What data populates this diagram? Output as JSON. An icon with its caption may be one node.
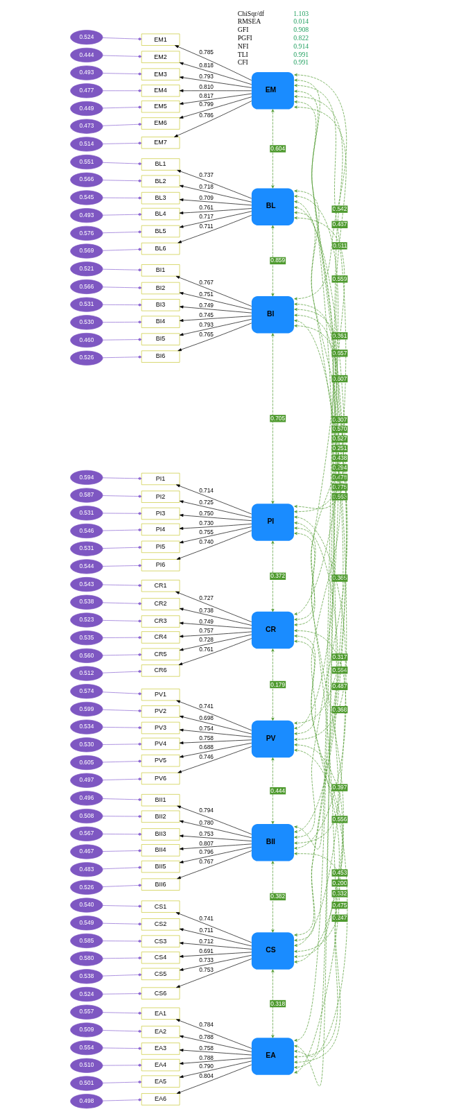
{
  "diagram": {
    "nodes": [
      {
        "text": [
          "EM"
        ]
      },
      {
        "text": [
          "0.524"
        ]
      },
      {
        "text": [
          "EM1"
        ]
      },
      {
        "text": [
          "0.444"
        ]
      },
      {
        "text": [
          "EM2"
        ]
      },
      {
        "text": [
          "0.493"
        ]
      },
      {
        "text": [
          "EM3"
        ]
      },
      {
        "text": [
          "0.477"
        ]
      },
      {
        "text": [
          "EM4"
        ]
      },
      {
        "text": [
          "0.449"
        ]
      },
      {
        "text": [
          "EM5"
        ]
      },
      {
        "text": [
          "0.473"
        ]
      },
      {
        "text": [
          "EM6"
        ]
      },
      {
        "text": [
          "0.514"
        ]
      },
      {
        "text": [
          "EM7"
        ]
      },
      {
        "text": [
          "BL"
        ]
      },
      {
        "text": [
          "0.551"
        ]
      },
      {
        "text": [
          "BL1"
        ]
      },
      {
        "text": [
          "0.566"
        ]
      },
      {
        "text": [
          "BL2"
        ]
      },
      {
        "text": [
          "0.545"
        ]
      },
      {
        "text": [
          "BL3"
        ]
      },
      {
        "text": [
          "0.493"
        ]
      },
      {
        "text": [
          "BL4"
        ]
      },
      {
        "text": [
          "0.576"
        ]
      },
      {
        "text": [
          "BL5"
        ]
      },
      {
        "text": [
          "0.569"
        ]
      },
      {
        "text": [
          "BL6"
        ]
      },
      {
        "text": [
          "BI"
        ]
      },
      {
        "text": [
          "0.521"
        ]
      },
      {
        "text": [
          "BI1"
        ]
      },
      {
        "text": [
          "0.566"
        ]
      },
      {
        "text": [
          "BI2"
        ]
      },
      {
        "text": [
          "0.531"
        ]
      },
      {
        "text": [
          "BI3"
        ]
      },
      {
        "text": [
          "0.530"
        ]
      },
      {
        "text": [
          "BI4"
        ]
      },
      {
        "text": [
          "0.460"
        ]
      },
      {
        "text": [
          "BI5"
        ]
      },
      {
        "text": [
          "0.526"
        ]
      },
      {
        "text": [
          "BI6"
        ]
      },
      {
        "text": [
          "PI"
        ]
      },
      {
        "text": [
          "0.594"
        ]
      },
      {
        "text": [
          "PI1"
        ]
      },
      {
        "text": [
          "0.587"
        ]
      },
      {
        "text": [
          "PI2"
        ]
      },
      {
        "text": [
          "0.531"
        ]
      },
      {
        "text": [
          "PI3"
        ]
      },
      {
        "text": [
          "0.546"
        ]
      },
      {
        "text": [
          "PI4"
        ]
      },
      {
        "text": [
          "0.531"
        ]
      },
      {
        "text": [
          "PI5"
        ]
      },
      {
        "text": [
          "0.544"
        ]
      },
      {
        "text": [
          "PI6"
        ]
      },
      {
        "text": [
          "CR"
        ]
      },
      {
        "text": [
          "0.543"
        ]
      },
      {
        "text": [
          "CR1"
        ]
      },
      {
        "text": [
          "0.538"
        ]
      },
      {
        "text": [
          "CR2"
        ]
      },
      {
        "text": [
          "0.523"
        ]
      },
      {
        "text": [
          "CR3"
        ]
      },
      {
        "text": [
          "0.535"
        ]
      },
      {
        "text": [
          "CR4"
        ]
      },
      {
        "text": [
          "0.560"
        ]
      },
      {
        "text": [
          "CR5"
        ]
      },
      {
        "text": [
          "0.512"
        ]
      },
      {
        "text": [
          "CR6"
        ]
      },
      {
        "text": [
          "PV"
        ]
      },
      {
        "text": [
          "0.574"
        ]
      },
      {
        "text": [
          "PV1"
        ]
      },
      {
        "text": [
          "0.599"
        ]
      },
      {
        "text": [
          "PV2"
        ]
      },
      {
        "text": [
          "0.534"
        ]
      },
      {
        "text": [
          "PV3"
        ]
      },
      {
        "text": [
          "0.530"
        ]
      },
      {
        "text": [
          "PV4"
        ]
      },
      {
        "text": [
          "0.605"
        ]
      },
      {
        "text": [
          "PV5"
        ]
      },
      {
        "text": [
          "0.497"
        ]
      },
      {
        "text": [
          "PV6"
        ]
      },
      {
        "text": [
          "BII"
        ]
      },
      {
        "text": [
          "0.496"
        ]
      },
      {
        "text": [
          "BII1"
        ]
      },
      {
        "text": [
          "0.508"
        ]
      },
      {
        "text": [
          "BII2"
        ]
      },
      {
        "text": [
          "0.567"
        ]
      },
      {
        "text": [
          "BII3"
        ]
      },
      {
        "text": [
          "0.467"
        ]
      },
      {
        "text": [
          "BII4"
        ]
      },
      {
        "text": [
          "0.483"
        ]
      },
      {
        "text": [
          "BII5"
        ]
      },
      {
        "text": [
          "0.526"
        ]
      },
      {
        "text": [
          "BII6"
        ]
      },
      {
        "text": [
          "CS"
        ]
      },
      {
        "text": [
          "0.540"
        ]
      },
      {
        "text": [
          "CS1"
        ]
      },
      {
        "text": [
          "0.549"
        ]
      },
      {
        "text": [
          "CS2"
        ]
      },
      {
        "text": [
          "0.585"
        ]
      },
      {
        "text": [
          "CS3"
        ]
      },
      {
        "text": [
          "0.580"
        ]
      },
      {
        "text": [
          "CS4"
        ]
      },
      {
        "text": [
          "0.538"
        ]
      },
      {
        "text": [
          "CS5"
        ]
      },
      {
        "text": [
          "0.524"
        ]
      },
      {
        "text": [
          "CS6"
        ]
      },
      {
        "text": [
          "EA"
        ]
      },
      {
        "text": [
          "0.557"
        ]
      },
      {
        "text": [
          "EA1"
        ]
      },
      {
        "text": [
          "0.509"
        ]
      },
      {
        "text": [
          "EA2"
        ]
      },
      {
        "text": [
          "0.554"
        ]
      },
      {
        "text": [
          "EA3"
        ]
      },
      {
        "text": [
          "0.510"
        ]
      },
      {
        "text": [
          "EA4"
        ]
      },
      {
        "text": [
          "0.501"
        ]
      },
      {
        "text": [
          "EA5"
        ]
      },
      {
        "text": [
          "0.498"
        ]
      },
      {
        "text": [
          "EA6"
        ]
      }
    ],
    "edges": [
      {
        "from": 0,
        "to": 2,
        "arrow": "to",
        "label": "0.785"
      },
      {
        "from": 1,
        "to": 2,
        "arrow": "other",
        "color": "#8a63d2"
      },
      {
        "from": 0,
        "to": 4,
        "arrow": "to",
        "label": "0.818"
      },
      {
        "from": 3,
        "to": 4,
        "arrow": "other",
        "color": "#8a63d2"
      },
      {
        "from": 0,
        "to": 6,
        "arrow": "to",
        "label": "0.793"
      },
      {
        "from": 5,
        "to": 6,
        "arrow": "other",
        "color": "#8a63d2"
      },
      {
        "from": 0,
        "to": 8,
        "arrow": "to",
        "label": "0.810"
      },
      {
        "from": 7,
        "to": 8,
        "arrow": "other",
        "color": "#8a63d2"
      },
      {
        "from": 0,
        "to": 10,
        "arrow": "to",
        "label": "0.817"
      },
      {
        "from": 9,
        "to": 10,
        "arrow": "other",
        "color": "#8a63d2"
      },
      {
        "from": 0,
        "to": 12,
        "arrow": "to",
        "label": "0.799"
      },
      {
        "from": 11,
        "to": 12,
        "arrow": "other",
        "color": "#8a63d2"
      },
      {
        "from": 0,
        "to": 14,
        "arrow": "to",
        "label": "0.786"
      },
      {
        "from": 13,
        "to": 14,
        "arrow": "other",
        "color": "#8a63d2"
      },
      {
        "from": 15,
        "to": 17,
        "arrow": "to",
        "label": "0.737"
      },
      {
        "from": 16,
        "to": 17,
        "arrow": "other",
        "color": "#8a63d2"
      },
      {
        "from": 15,
        "to": 19,
        "arrow": "to",
        "label": "0.718"
      },
      {
        "from": 18,
        "to": 19,
        "arrow": "other",
        "color": "#8a63d2"
      },
      {
        "from": 15,
        "to": 21,
        "arrow": "to",
        "label": "0.709"
      },
      {
        "from": 20,
        "to": 21,
        "arrow": "other",
        "color": "#8a63d2"
      },
      {
        "from": 15,
        "to": 23,
        "arrow": "to",
        "label": "0.761"
      },
      {
        "from": 22,
        "to": 23,
        "arrow": "other",
        "color": "#8a63d2"
      },
      {
        "from": 15,
        "to": 25,
        "arrow": "to",
        "label": "0.717"
      },
      {
        "from": 24,
        "to": 25,
        "arrow": "other",
        "color": "#8a63d2"
      },
      {
        "from": 15,
        "to": 27,
        "arrow": "to",
        "label": "0.711"
      },
      {
        "from": 26,
        "to": 27,
        "arrow": "other",
        "color": "#8a63d2"
      },
      {
        "from": 28,
        "to": 30,
        "arrow": "to",
        "label": "0.767"
      },
      {
        "from": 29,
        "to": 30,
        "arrow": "other",
        "color": "#8a63d2"
      },
      {
        "from": 28,
        "to": 32,
        "arrow": "to",
        "label": "0.751"
      },
      {
        "from": 31,
        "to": 32,
        "arrow": "other",
        "color": "#8a63d2"
      },
      {
        "from": 28,
        "to": 34,
        "arrow": "to",
        "label": "0.749"
      },
      {
        "from": 33,
        "to": 34,
        "arrow": "other",
        "color": "#8a63d2"
      },
      {
        "from": 28,
        "to": 36,
        "arrow": "to",
        "label": "0.745"
      },
      {
        "from": 35,
        "to": 36,
        "arrow": "other",
        "color": "#8a63d2"
      },
      {
        "from": 28,
        "to": 38,
        "arrow": "to",
        "label": "0.793"
      },
      {
        "from": 37,
        "to": 38,
        "arrow": "other",
        "color": "#8a63d2"
      },
      {
        "from": 28,
        "to": 40,
        "arrow": "to",
        "label": "0.765"
      },
      {
        "from": 39,
        "to": 40,
        "arrow": "other",
        "color": "#8a63d2"
      },
      {
        "from": 41,
        "to": 43,
        "arrow": "to",
        "label": "0.714"
      },
      {
        "from": 42,
        "to": 43,
        "arrow": "other",
        "color": "#8a63d2"
      },
      {
        "from": 41,
        "to": 45,
        "arrow": "to",
        "label": "0.725"
      },
      {
        "from": 44,
        "to": 45,
        "arrow": "other",
        "color": "#8a63d2"
      },
      {
        "from": 41,
        "to": 47,
        "arrow": "to",
        "label": "0.750"
      },
      {
        "from": 46,
        "to": 47,
        "arrow": "other",
        "color": "#8a63d2"
      },
      {
        "from": 41,
        "to": 49,
        "arrow": "to",
        "label": "0.730"
      },
      {
        "from": 48,
        "to": 49,
        "arrow": "other",
        "color": "#8a63d2"
      },
      {
        "from": 41,
        "to": 51,
        "arrow": "to",
        "label": "0.755"
      },
      {
        "from": 50,
        "to": 51,
        "arrow": "other",
        "color": "#8a63d2"
      },
      {
        "from": 41,
        "to": 53,
        "arrow": "to",
        "label": "0.740"
      },
      {
        "from": 52,
        "to": 53,
        "arrow": "other",
        "color": "#8a63d2"
      },
      {
        "from": 54,
        "to": 56,
        "arrow": "to",
        "label": "0.727"
      },
      {
        "from": 55,
        "to": 56,
        "arrow": "other",
        "color": "#8a63d2"
      },
      {
        "from": 54,
        "to": 58,
        "arrow": "to",
        "label": "0.738"
      },
      {
        "from": 57,
        "to": 58,
        "arrow": "other",
        "color": "#8a63d2"
      },
      {
        "from": 54,
        "to": 60,
        "arrow": "to",
        "label": "0.749"
      },
      {
        "from": 59,
        "to": 60,
        "arrow": "other",
        "color": "#8a63d2"
      },
      {
        "from": 54,
        "to": 62,
        "arrow": "to",
        "label": "0.757"
      },
      {
        "from": 61,
        "to": 62,
        "arrow": "other",
        "color": "#8a63d2"
      },
      {
        "from": 54,
        "to": 64,
        "arrow": "to",
        "label": "0.728"
      },
      {
        "from": 63,
        "to": 64,
        "arrow": "other",
        "color": "#8a63d2"
      },
      {
        "from": 54,
        "to": 66,
        "arrow": "to",
        "label": "0.761"
      },
      {
        "from": 65,
        "to": 66,
        "arrow": "other",
        "color": "#8a63d2"
      },
      {
        "from": 67,
        "to": 69,
        "arrow": "to",
        "label": "0.741"
      },
      {
        "from": 68,
        "to": 69,
        "arrow": "other",
        "color": "#8a63d2"
      },
      {
        "from": 67,
        "to": 71,
        "arrow": "to",
        "label": "0.698"
      },
      {
        "from": 70,
        "to": 71,
        "arrow": "other",
        "color": "#8a63d2"
      },
      {
        "from": 67,
        "to": 73,
        "arrow": "to",
        "label": "0.754"
      },
      {
        "from": 72,
        "to": 73,
        "arrow": "other",
        "color": "#8a63d2"
      },
      {
        "from": 67,
        "to": 75,
        "arrow": "to",
        "label": "0.758"
      },
      {
        "from": 74,
        "to": 75,
        "arrow": "other",
        "color": "#8a63d2"
      },
      {
        "from": 67,
        "to": 77,
        "arrow": "to",
        "label": "0.688"
      },
      {
        "from": 76,
        "to": 77,
        "arrow": "other",
        "color": "#8a63d2"
      },
      {
        "from": 67,
        "to": 79,
        "arrow": "to",
        "label": "0.746"
      },
      {
        "from": 78,
        "to": 79,
        "arrow": "other",
        "color": "#8a63d2"
      },
      {
        "from": 80,
        "to": 82,
        "arrow": "to",
        "label": "0.794"
      },
      {
        "from": 81,
        "to": 82,
        "arrow": "other",
        "color": "#8a63d2"
      },
      {
        "from": 80,
        "to": 84,
        "arrow": "to",
        "label": "0.780"
      },
      {
        "from": 83,
        "to": 84,
        "arrow": "other",
        "color": "#8a63d2"
      },
      {
        "from": 80,
        "to": 86,
        "arrow": "to",
        "label": "0.753"
      },
      {
        "from": 85,
        "to": 86,
        "arrow": "other",
        "color": "#8a63d2"
      },
      {
        "from": 80,
        "to": 88,
        "arrow": "to",
        "label": "0.807"
      },
      {
        "from": 87,
        "to": 88,
        "arrow": "other",
        "color": "#8a63d2"
      },
      {
        "from": 80,
        "to": 90,
        "arrow": "to",
        "label": "0.796"
      },
      {
        "from": 89,
        "to": 90,
        "arrow": "other",
        "color": "#8a63d2"
      },
      {
        "from": 80,
        "to": 92,
        "arrow": "to",
        "label": "0.767"
      },
      {
        "from": 91,
        "to": 92,
        "arrow": "other",
        "color": "#8a63d2"
      },
      {
        "from": 93,
        "to": 95,
        "arrow": "to",
        "label": "0.741"
      },
      {
        "from": 94,
        "to": 95,
        "arrow": "other",
        "color": "#8a63d2"
      },
      {
        "from": 93,
        "to": 97,
        "arrow": "to",
        "label": "0.711"
      },
      {
        "from": 96,
        "to": 97,
        "arrow": "other",
        "color": "#8a63d2"
      },
      {
        "from": 93,
        "to": 99,
        "arrow": "to",
        "label": "0.712"
      },
      {
        "from": 98,
        "to": 99,
        "arrow": "other",
        "color": "#8a63d2"
      },
      {
        "from": 93,
        "to": 101,
        "arrow": "to",
        "label": "0.691"
      },
      {
        "from": 100,
        "to": 101,
        "arrow": "other",
        "color": "#8a63d2"
      },
      {
        "from": 93,
        "to": 103,
        "arrow": "to",
        "label": "0.733"
      },
      {
        "from": 102,
        "to": 103,
        "arrow": "other",
        "color": "#8a63d2"
      },
      {
        "from": 93,
        "to": 105,
        "arrow": "to",
        "label": "0.753"
      },
      {
        "from": 104,
        "to": 105,
        "arrow": "other",
        "color": "#8a63d2"
      },
      {
        "from": 106,
        "to": 108,
        "arrow": "to",
        "label": "0.784"
      },
      {
        "from": 107,
        "to": 108,
        "arrow": "other",
        "color": "#8a63d2"
      },
      {
        "from": 106,
        "to": 110,
        "arrow": "to",
        "label": "0.788"
      },
      {
        "from": 109,
        "to": 110,
        "arrow": "other",
        "color": "#8a63d2"
      },
      {
        "from": 106,
        "to": 112,
        "arrow": "to",
        "label": "0.758"
      },
      {
        "from": 111,
        "to": 112,
        "arrow": "other",
        "color": "#8a63d2"
      },
      {
        "from": 106,
        "to": 114,
        "arrow": "to",
        "label": "0.788"
      },
      {
        "from": 113,
        "to": 114,
        "arrow": "other",
        "color": "#8a63d2"
      },
      {
        "from": 106,
        "to": 116,
        "arrow": "to",
        "label": "0.790"
      },
      {
        "from": 115,
        "to": 116,
        "arrow": "other",
        "color": "#8a63d2"
      },
      {
        "from": 106,
        "to": 118,
        "arrow": "to",
        "label": "0.804"
      },
      {
        "from": 117,
        "to": 118,
        "arrow": "other",
        "color": "#8a63d2"
      },
      {
        "from": 0,
        "to": 15,
        "arrow": "both",
        "label": "0.604",
        "style": "dashed",
        "color": "#4e9a2e"
      },
      {
        "from": 15,
        "to": 28,
        "arrow": "both",
        "label": "0.859",
        "style": "dashed",
        "color": "#4e9a2e"
      },
      {
        "from": 28,
        "to": 41,
        "arrow": "both",
        "label": "0.705",
        "style": "dashed",
        "color": "#4e9a2e"
      },
      {
        "from": 41,
        "to": 54,
        "arrow": "both",
        "label": "0.372",
        "style": "dashed",
        "color": "#4e9a2e"
      },
      {
        "from": 54,
        "to": 67,
        "arrow": "both",
        "label": "0.179",
        "style": "dashed",
        "color": "#4e9a2e"
      },
      {
        "from": 67,
        "to": 80,
        "arrow": "both",
        "label": "0.444",
        "style": "dashed",
        "color": "#4e9a2e"
      },
      {
        "from": 80,
        "to": 93,
        "arrow": "both",
        "label": "0.382",
        "style": "dashed",
        "color": "#4e9a2e"
      },
      {
        "from": 93,
        "to": 106,
        "arrow": "both",
        "label": "0.318",
        "style": "dashed",
        "color": "#4e9a2e"
      },
      {
        "from": 0,
        "to": 28,
        "arrow": "both",
        "label": "0.542",
        "style": "dashed",
        "color": "#4e9a2e"
      },
      {
        "from": 15,
        "to": 41,
        "arrow": "both",
        "label": "0.775",
        "style": "dashed",
        "color": "#4e9a2e"
      },
      {
        "from": 28,
        "to": 54,
        "arrow": "both",
        "label": "0.307",
        "style": "dashed",
        "color": "#4e9a2e"
      },
      {
        "from": 41,
        "to": 67,
        "arrow": "both",
        "label": "0.368",
        "style": "dashed",
        "color": "#4e9a2e"
      },
      {
        "from": 54,
        "to": 80,
        "arrow": "both",
        "label": "0.317",
        "style": "dashed",
        "color": "#4e9a2e"
      },
      {
        "from": 67,
        "to": 93,
        "arrow": "both",
        "label": "0.397",
        "style": "dashed",
        "color": "#4e9a2e"
      },
      {
        "from": 80,
        "to": 106,
        "arrow": "both",
        "label": "0.453",
        "style": "dashed",
        "color": "#4e9a2e"
      },
      {
        "from": 0,
        "to": 41,
        "arrow": "both",
        "label": "0.563",
        "style": "dashed",
        "color": "#4e9a2e"
      },
      {
        "from": 15,
        "to": 54,
        "arrow": "both",
        "label": "0.361",
        "style": "dashed",
        "color": "#4e9a2e"
      },
      {
        "from": 28,
        "to": 67,
        "arrow": "both",
        "label": "0.438",
        "style": "dashed",
        "color": "#4e9a2e"
      },
      {
        "from": 41,
        "to": 80,
        "arrow": "both",
        "label": "0.487",
        "style": "dashed",
        "color": "#4e9a2e"
      },
      {
        "from": 54,
        "to": 93,
        "arrow": "both",
        "label": "0.200",
        "style": "dashed",
        "color": "#4e9a2e"
      },
      {
        "from": 67,
        "to": 106,
        "arrow": "both",
        "label": "0.556",
        "style": "dashed",
        "color": "#4e9a2e"
      },
      {
        "from": 0,
        "to": 54,
        "arrow": "both",
        "label": "0.487",
        "style": "dashed",
        "color": "#4e9a2e"
      },
      {
        "from": 15,
        "to": 67,
        "arrow": "both",
        "label": "0.478",
        "style": "dashed",
        "color": "#4e9a2e"
      },
      {
        "from": 28,
        "to": 80,
        "arrow": "both",
        "label": "0.570",
        "style": "dashed",
        "color": "#4e9a2e"
      },
      {
        "from": 41,
        "to": 93,
        "arrow": "both",
        "label": "0.247",
        "style": "dashed",
        "color": "#4e9a2e"
      },
      {
        "from": 54,
        "to": 106,
        "arrow": "both",
        "label": "0.332",
        "style": "dashed",
        "color": "#4e9a2e"
      },
      {
        "from": 0,
        "to": 67,
        "arrow": "both",
        "label": "0.564",
        "style": "dashed",
        "color": "#4e9a2e"
      },
      {
        "from": 15,
        "to": 80,
        "arrow": "both",
        "label": "0.657",
        "style": "dashed",
        "color": "#4e9a2e"
      },
      {
        "from": 28,
        "to": 93,
        "arrow": "both",
        "label": "0.251",
        "style": "dashed",
        "color": "#4e9a2e"
      },
      {
        "from": 41,
        "to": 106,
        "arrow": "both",
        "label": "0.475",
        "style": "dashed",
        "color": "#4e9a2e"
      },
      {
        "from": 0,
        "to": 80,
        "arrow": "both",
        "label": "0.511",
        "style": "dashed",
        "color": "#4e9a2e"
      },
      {
        "from": 15,
        "to": 93,
        "arrow": "both",
        "label": "0.294",
        "style": "dashed",
        "color": "#4e9a2e"
      },
      {
        "from": 28,
        "to": 106,
        "arrow": "both",
        "label": "0.527",
        "style": "dashed",
        "color": "#4e9a2e"
      },
      {
        "from": 0,
        "to": 93,
        "arrow": "both",
        "label": "0.365",
        "style": "dashed",
        "color": "#4e9a2e"
      },
      {
        "from": 15,
        "to": 106,
        "arrow": "both",
        "label": "0.607",
        "style": "dashed",
        "color": "#4e9a2e"
      },
      {
        "from": 0,
        "to": 106,
        "arrow": "both",
        "label": "0.559",
        "style": "dashed",
        "color": "#4e9a2e"
      }
    ],
    "labels": [
      "ChiSqr/df",
      "1.103",
      "RMSEA",
      "0.014",
      "GFI",
      "0.908",
      "PGFI",
      "0.822",
      "NFI",
      "0.914",
      "TLI",
      "0.991",
      "CFI",
      "0.991"
    ]
  }
}
